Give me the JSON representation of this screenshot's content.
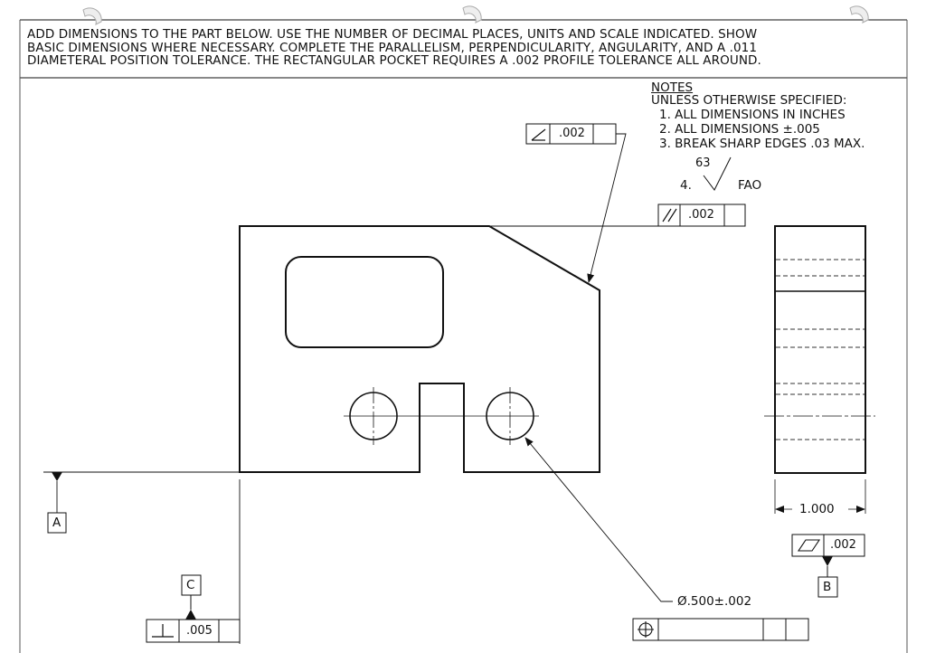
{
  "instructions": [
    "ADD DIMENSIONS TO THE PART BELOW.  USE THE NUMBER OF DECIMAL PLACES, UNITS AND SCALE INDICATED.  SHOW",
    "BASIC DIMENSIONS WHERE NECESSARY.  COMPLETE THE PARALLELISM, PERPENDICULARITY, ANGULARITY, AND A .011",
    "DIAMETERAL POSITION TOLERANCE.  THE RECTANGULAR POCKET REQUIRES A .002 PROFILE TOLERANCE ALL AROUND."
  ],
  "notes": {
    "header": "NOTES",
    "intro": "UNLESS OTHERWISE SPECIFIED:",
    "items": [
      "1.  ALL DIMENSIONS IN INCHES",
      "2.  ALL DIMENSIONS ±.005",
      "3.  BREAK SHARP EDGES .03 MAX."
    ],
    "item4_number": "4.",
    "finish_value": "63",
    "finish_label": "FAO"
  },
  "callouts": {
    "angularity_value": ".002",
    "parallelism_value": ".002",
    "perpendicularity_value": ".005",
    "flatness_value": ".002",
    "hole_dimension": "Ø.500±.002",
    "width_dimension": "1.000"
  },
  "datums": {
    "a": "A",
    "b": "B",
    "c": "C"
  },
  "colors": {
    "line": "#111111",
    "hidden": "#333333"
  }
}
